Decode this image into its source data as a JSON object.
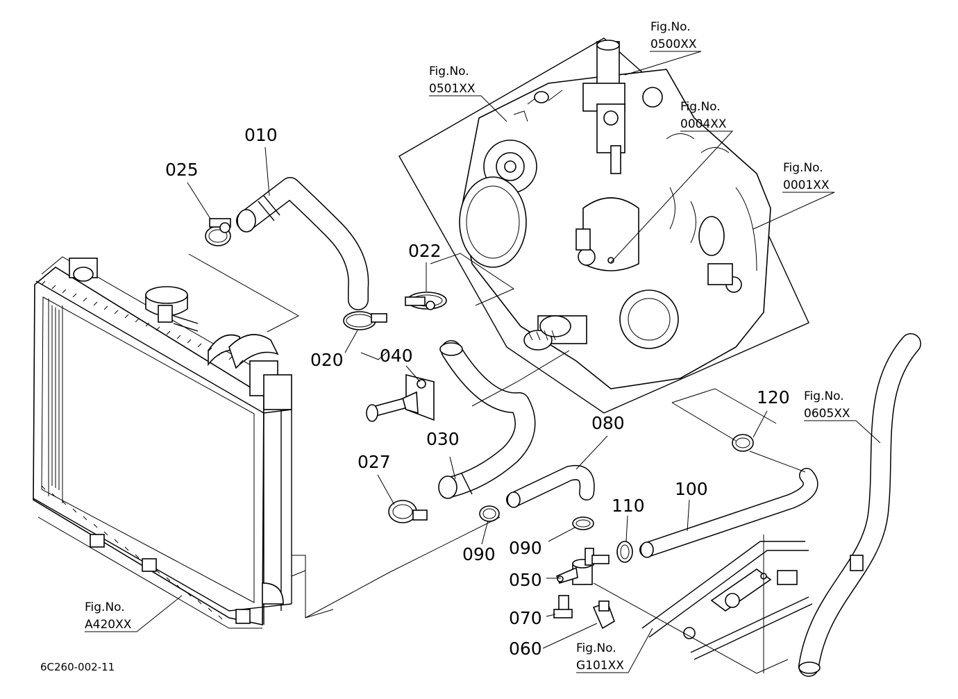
{
  "diagram_code": "6C260-002-11",
  "fig_label": "Fig.No.",
  "figure_refs": [
    {
      "id": "0500XX"
    },
    {
      "id": "0501XX"
    },
    {
      "id": "0004XX"
    },
    {
      "id": "0001XX"
    },
    {
      "id": "0605XX"
    },
    {
      "id": "A420XX"
    },
    {
      "id": "G101XX"
    }
  ],
  "part_numbers": [
    "010",
    "025",
    "020",
    "022",
    "040",
    "030",
    "027",
    "080",
    "090",
    "090",
    "110",
    "100",
    "120",
    "050",
    "070",
    "060"
  ]
}
